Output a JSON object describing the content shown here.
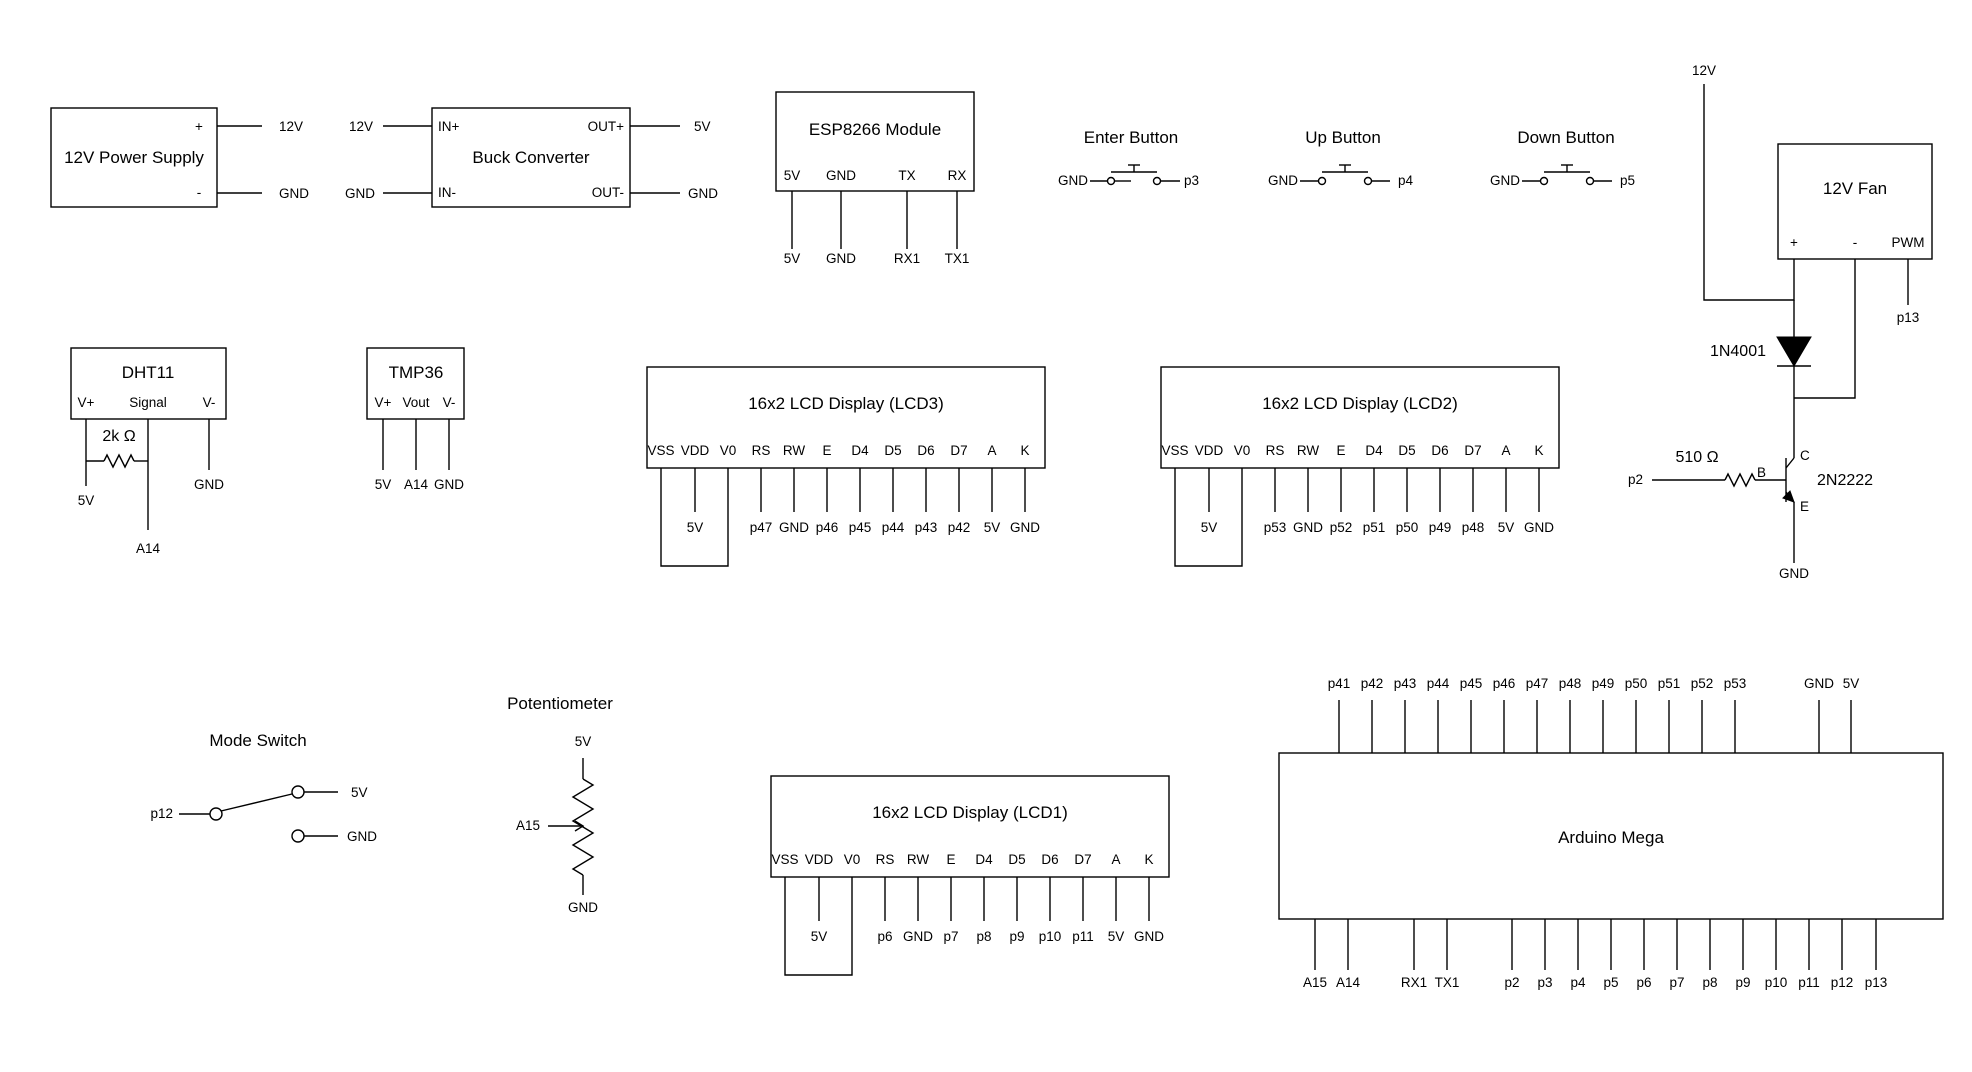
{
  "power_supply": {
    "title": "12V Power Supply",
    "plus": "+",
    "minus": "-",
    "out_pos": "12V",
    "out_neg": "GND"
  },
  "buck": {
    "title": "Buck Converter",
    "in_pos": "IN+",
    "in_neg": "IN-",
    "out_pos": "OUT+",
    "out_neg": "OUT-",
    "wire_in_pos": "12V",
    "wire_in_neg": "GND",
    "wire_out_pos": "5V",
    "wire_out_neg": "GND"
  },
  "esp": {
    "title": "ESP8266 Module",
    "pins": [
      "5V",
      "GND",
      "TX",
      "RX"
    ],
    "wires": [
      "5V",
      "GND",
      "RX1",
      "TX1"
    ]
  },
  "buttons": [
    {
      "title": "Enter Button",
      "left": "GND",
      "right": "p3"
    },
    {
      "title": "Up Button",
      "left": "GND",
      "right": "p4"
    },
    {
      "title": "Down Button",
      "left": "GND",
      "right": "p5"
    }
  ],
  "fan": {
    "title": "12V Fan",
    "pins": [
      "+",
      "-",
      "PWM"
    ],
    "supply": "12V",
    "pwm_wire": "p13",
    "diode": "1N4001",
    "resistor": "510 Ω",
    "base_wire": "p2",
    "transistor": "2N2222",
    "b": "B",
    "c": "C",
    "e": "E",
    "gnd": "GND"
  },
  "dht11": {
    "title": "DHT11",
    "pins": [
      "V+",
      "Signal",
      "V-"
    ],
    "resistor": "2k Ω",
    "wires": [
      "5V",
      "A14",
      "GND"
    ]
  },
  "tmp36": {
    "title": "TMP36",
    "pins": [
      "V+",
      "Vout",
      "V-"
    ],
    "wires": [
      "5V",
      "A14",
      "GND"
    ]
  },
  "lcd_pins": [
    "VSS",
    "VDD",
    "V0",
    "RS",
    "RW",
    "E",
    "D4",
    "D5",
    "D6",
    "D7",
    "A",
    "K"
  ],
  "lcds": [
    {
      "title": "16x2 LCD Display (LCD3)",
      "vdd": "5V",
      "wires": [
        "p47",
        "GND",
        "p46",
        "p45",
        "p44",
        "p43",
        "p42",
        "5V",
        "GND"
      ]
    },
    {
      "title": "16x2 LCD Display (LCD2)",
      "vdd": "5V",
      "wires": [
        "p53",
        "GND",
        "p52",
        "p51",
        "p50",
        "p49",
        "p48",
        "5V",
        "GND"
      ]
    },
    {
      "title": "16x2 LCD Display (LCD1)",
      "vdd": "5V",
      "wires": [
        "p6",
        "GND",
        "p7",
        "p8",
        "p9",
        "p10",
        "p11",
        "5V",
        "GND"
      ]
    }
  ],
  "mode_switch": {
    "title": "Mode Switch",
    "common": "p12",
    "upper": "5V",
    "lower": "GND"
  },
  "pot": {
    "title": "Potentiometer",
    "top": "5V",
    "wiper": "A15",
    "bottom": "GND"
  },
  "arduino": {
    "title": "Arduino Mega",
    "top_pins": [
      "p41",
      "p42",
      "p43",
      "p44",
      "p45",
      "p46",
      "p47",
      "p48",
      "p49",
      "p50",
      "p51",
      "p52",
      "p53",
      "GND",
      "5V"
    ],
    "bottom_pins": [
      "A15",
      "A14",
      "RX1",
      "TX1",
      "p2",
      "p3",
      "p4",
      "p5",
      "p6",
      "p7",
      "p8",
      "p9",
      "p10",
      "p11",
      "p12",
      "p13"
    ]
  }
}
